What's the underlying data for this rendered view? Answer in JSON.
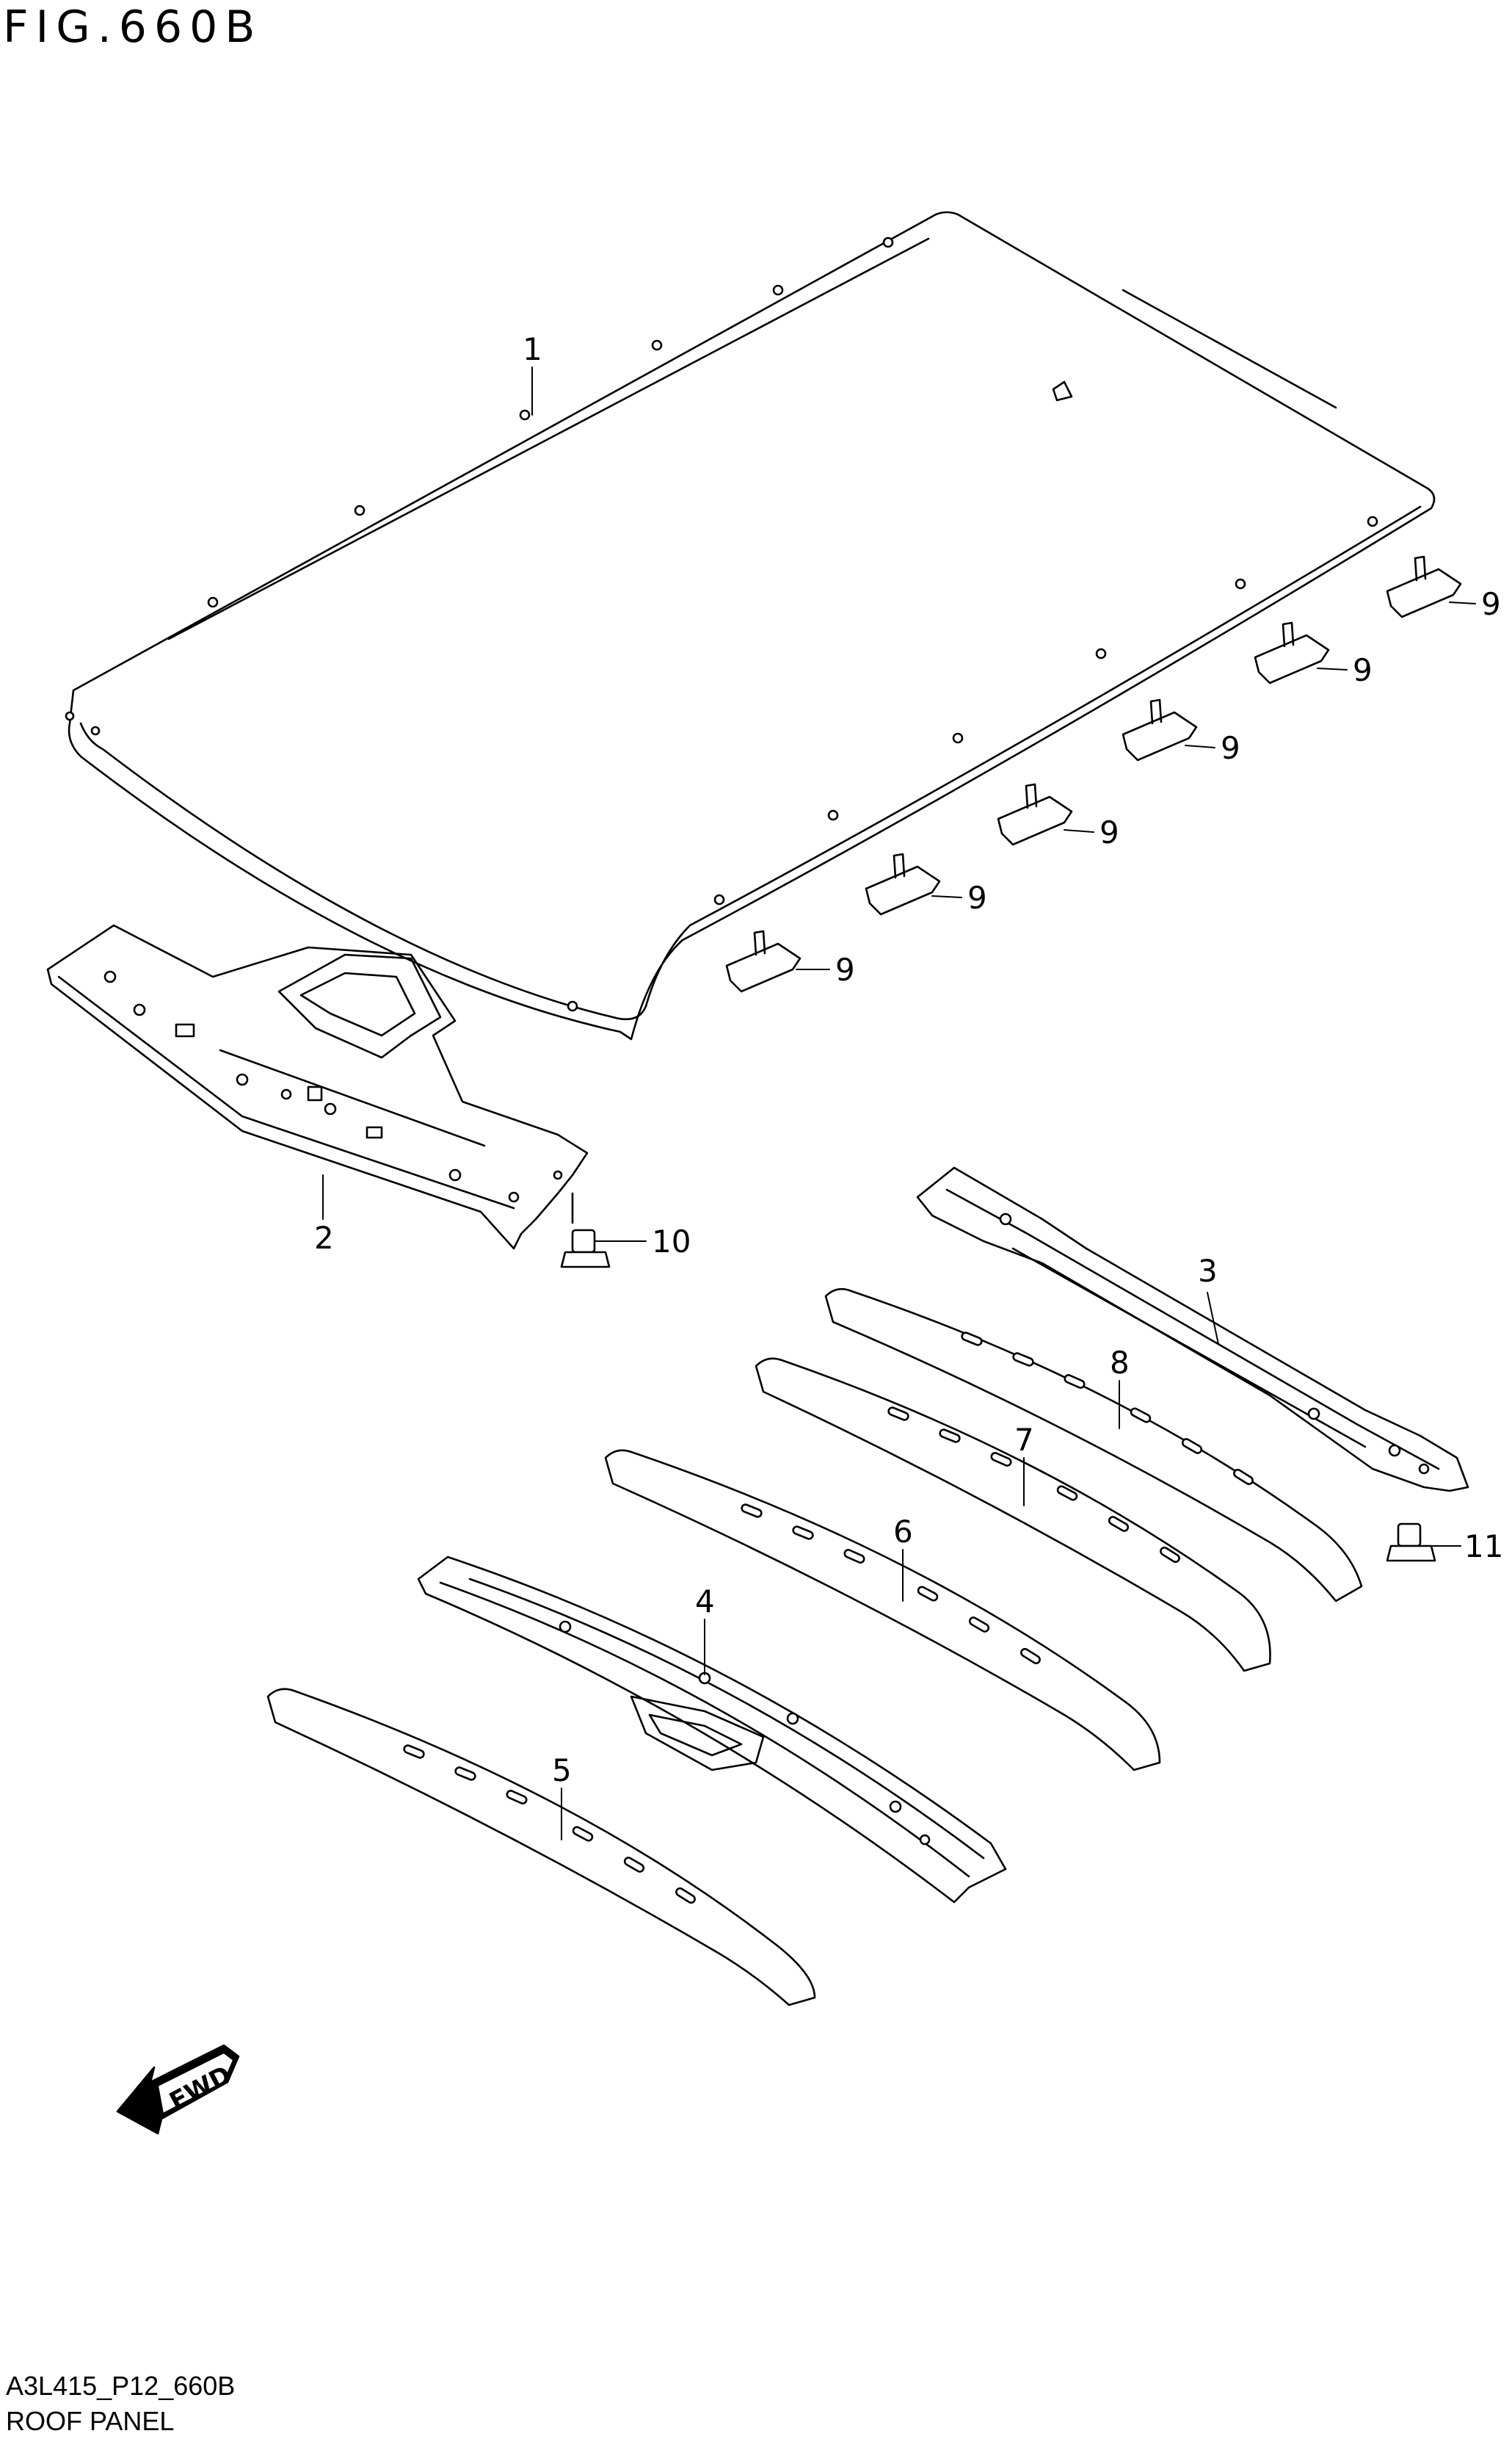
{
  "figure": {
    "title": "FIG.660B"
  },
  "callouts": {
    "p1": "1",
    "p2": "2",
    "p3": "3",
    "p4": "4",
    "p5": "5",
    "p6": "6",
    "p7": "7",
    "p8": "8",
    "p9a": "9",
    "p9b": "9",
    "p9c": "9",
    "p9d": "9",
    "p9e": "9",
    "p9f": "9",
    "p10": "10",
    "p11": "11"
  },
  "fwd_label": "FWD",
  "footer": {
    "code": "A3L415_P12_660B",
    "caption": "ROOF PANEL"
  }
}
